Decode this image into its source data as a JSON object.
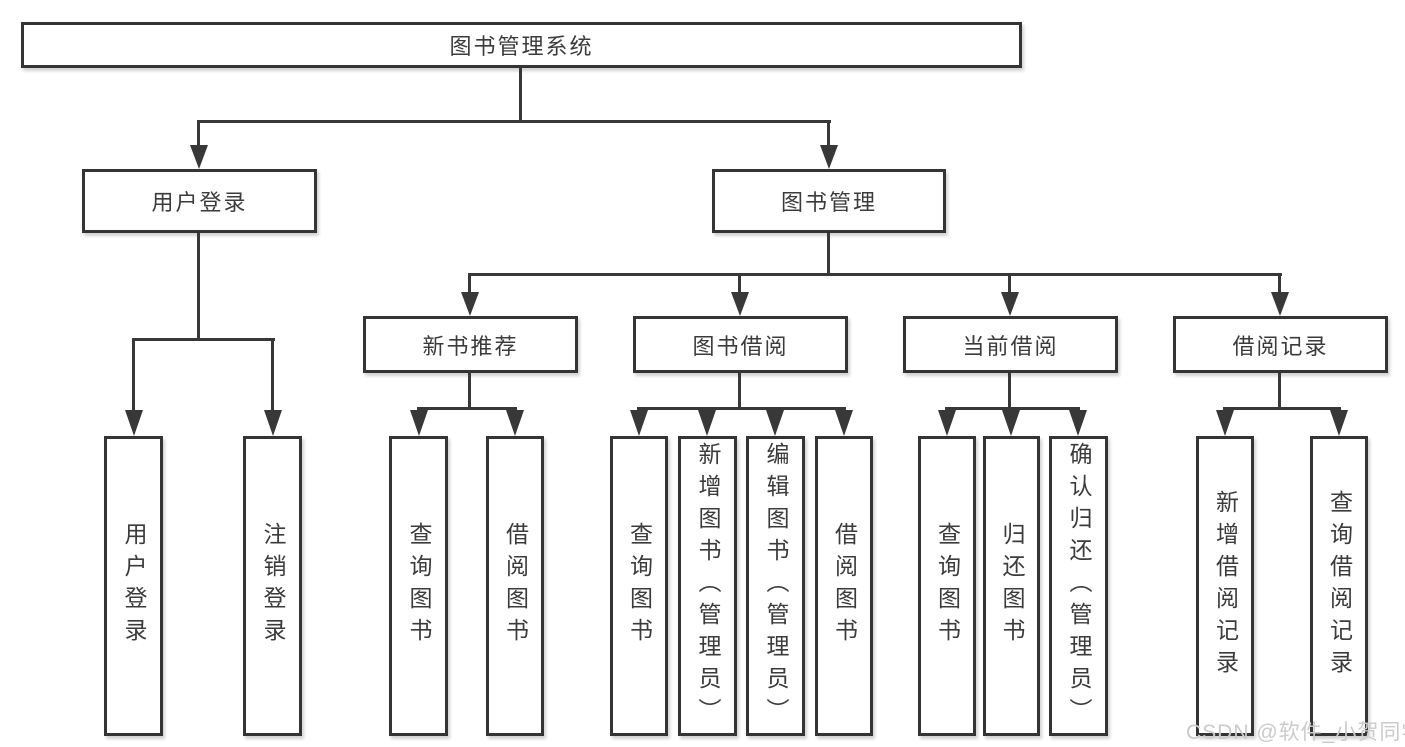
{
  "tree": {
    "root": "图书管理系统",
    "children": [
      {
        "label": "用户登录",
        "children": [
          "用户登录",
          "注销登录"
        ]
      },
      {
        "label": "图书管理",
        "children": [
          {
            "label": "新书推荐",
            "children": [
              "查询图书",
              "借阅图书"
            ]
          },
          {
            "label": "图书借阅",
            "children": [
              "查询图书",
              "新增图书（管理员）",
              "编辑图书（管理员）",
              "借阅图书"
            ]
          },
          {
            "label": "当前借阅",
            "children": [
              "查询图书",
              "归还图书",
              "确认归还（管理员）"
            ]
          },
          {
            "label": "借阅记录",
            "children": [
              "新增借阅记录",
              "查询借阅记录"
            ]
          }
        ]
      }
    ]
  },
  "watermark": "CSDN @软件_小贺同学",
  "colors": {
    "line": "#383838",
    "box_border": "#343434",
    "text": "#3b3b3b",
    "watermark": "#cbcbcb",
    "background": "#ffffff"
  }
}
